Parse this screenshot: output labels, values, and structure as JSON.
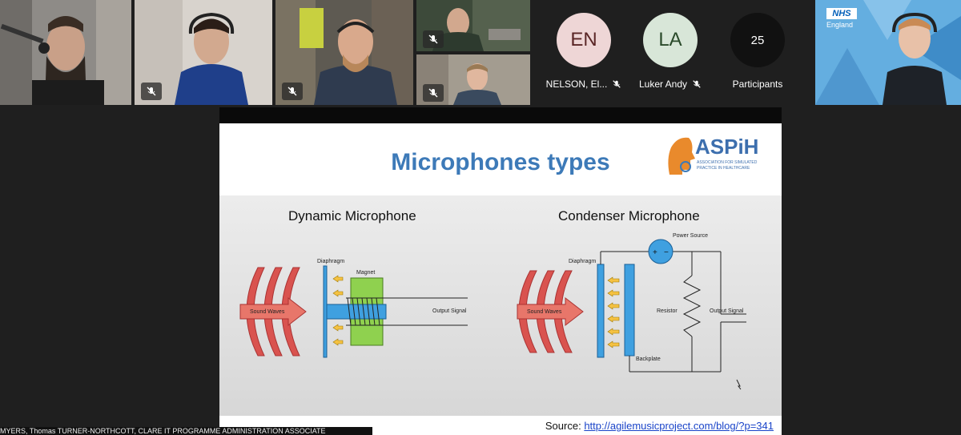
{
  "participants_bar": {
    "avatars": [
      {
        "initials": "EN",
        "name": "NELSON, El...",
        "color": "#eed6d6",
        "text_color": "#5a2626"
      },
      {
        "initials": "LA",
        "name": "Luker Andy",
        "color": "#d8e6d8",
        "text_color": "#2a4a2a"
      }
    ],
    "participants_count": "25",
    "participants_label": "Participants"
  },
  "slide": {
    "title": "Microphones types",
    "logo_text": "ASPiH",
    "logo_sub1": "ASSOCIATION FOR SIMULATED",
    "logo_sub2": "PRACTICE IN HEALTHCARE",
    "dynamic_title": "Dynamic Microphone",
    "condenser_title": "Condenser Microphone",
    "labels": {
      "diaphragm": "Diaphragm",
      "magnet": "Magnet",
      "sound_waves": "Sound Waves",
      "output_signal": "Output Signal",
      "power_source": "Power Source",
      "resistor": "Resistor",
      "backplate": "Backplate"
    },
    "source_label": "Source:",
    "source_link": "http://agilemusicproject.com/blog/?p=341"
  },
  "nhs": {
    "logo": "NHS",
    "sub": "England"
  },
  "caption": "MYERS, Thomas   TURNER-NORTHCOTT, CLARE   IT PROGRAMME ADMINISTRATION ASSOCIATE"
}
